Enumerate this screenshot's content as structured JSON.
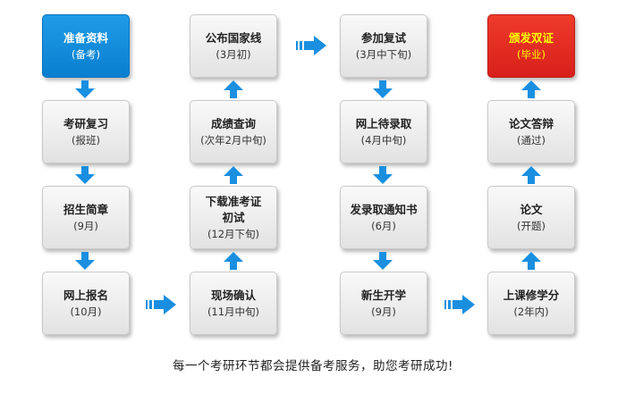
{
  "colors": {
    "arrow": "#1a8fe0",
    "start": "#0a84d6",
    "end": "#e52a20"
  },
  "steps": [
    {
      "title": "准备资料",
      "sub": "(备考)"
    },
    {
      "title": "考研复习",
      "sub": "(报班)"
    },
    {
      "title": "招生简章",
      "sub": "(9月)"
    },
    {
      "title": "网上报名",
      "sub": "(10月)"
    },
    {
      "title": "现场确认",
      "sub": "(11月中旬)"
    },
    {
      "title": "下载准考证",
      "title2": "初试",
      "sub": "(12月下旬)"
    },
    {
      "title": "成绩查询",
      "sub": "(次年2月中旬)"
    },
    {
      "title": "公布国家线",
      "sub": "(3月初)"
    },
    {
      "title": "参加复试",
      "sub": "(3月中下旬)"
    },
    {
      "title": "网上待录取",
      "sub": "(4月中旬)"
    },
    {
      "title": "发录取通知书",
      "sub": "(6月)"
    },
    {
      "title": "新生开学",
      "sub": "(9月)"
    },
    {
      "title": "上课修学分",
      "sub": "(2年内)"
    },
    {
      "title": "论文",
      "sub": "(开题)"
    },
    {
      "title": "论文答辩",
      "sub": "(通过)"
    },
    {
      "title": "颁发双证",
      "sub": "(毕业)"
    }
  ],
  "caption": "每一个考研环节都会提供备考服务，助您考研成功!"
}
